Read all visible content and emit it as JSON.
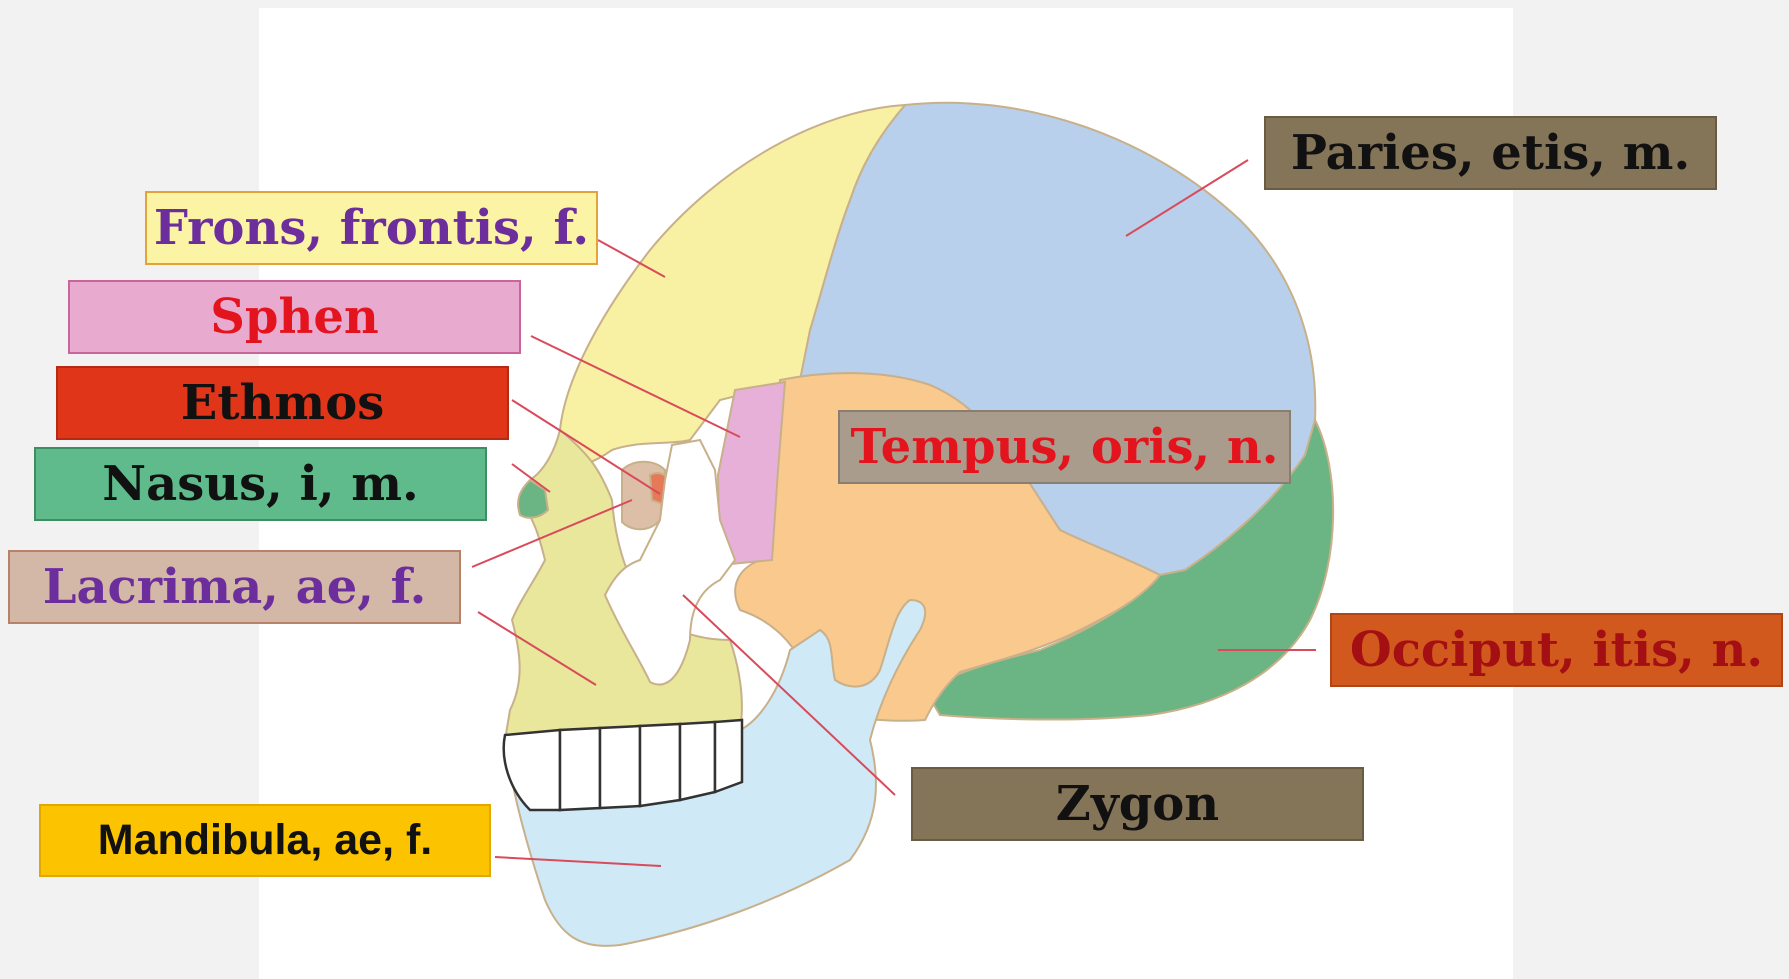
{
  "colors": {
    "background": "#f2f2f2",
    "panel": "#ffffff",
    "leader_line": "#d94a5a",
    "frontal": "#f8f1a4",
    "parietal": "#b8d0ec",
    "temporal": "#f9c98e",
    "occipital": "#6ab583",
    "sphenoid": "#e6b0d9",
    "zygomatic": "#ffffff",
    "maxilla": "#e8e79b",
    "mandible": "#cfe9f7",
    "teeth": "#ffffff"
  },
  "labels": {
    "frons": {
      "text": "Frons, frontis, f.",
      "bg": "#fbf4a4",
      "fg": "#6b2e9c",
      "border": "#e3a23a",
      "bone": "frontal-bone"
    },
    "sphen": {
      "text": "Sphen",
      "bg": "#e8aacf",
      "fg": "#e3141e",
      "border": "#c9659a",
      "bone": "sphenoid-bone"
    },
    "ethmos": {
      "text": "Ethmos",
      "bg": "#e03518",
      "fg": "#111111",
      "border": "#b52a14",
      "bone": "ethmoid-bone"
    },
    "nasus": {
      "text": "Nasus, i, m.",
      "bg": "#5fbb8b",
      "fg": "#111111",
      "border": "#3e8d65",
      "bone": "nasal-bone"
    },
    "lacrima": {
      "text": "Lacrima, ae, f.",
      "bg": "#d3b8a7",
      "fg": "#6b2e9c",
      "border": "#b8826a",
      "bone": "lacrimal-bone"
    },
    "mandibula": {
      "text": "Mandibula, ae, f.",
      "bg": "#fbc300",
      "fg": "#111111",
      "border": "#e0a800",
      "bone": "mandible-bone"
    },
    "paries": {
      "text": "Paries, etis, m.",
      "bg": "#857558",
      "fg": "#111111",
      "border": "#6a5c43",
      "bone": "parietal-bone"
    },
    "tempus": {
      "text": "Tempus, oris, n.",
      "bg": "#a99c8c",
      "fg": "#e3141e",
      "border": "#8a7e70",
      "bone": "temporal-bone"
    },
    "occiput": {
      "text": "Occiput, itis, n.",
      "bg": "#d2591e",
      "fg": "#a30f12",
      "border": "#b04616",
      "bone": "occipital-bone"
    },
    "zygon": {
      "text": "Zygon",
      "bg": "#857558",
      "fg": "#111111",
      "border": "#6a5c43",
      "bone": "zygomatic-bone"
    }
  }
}
